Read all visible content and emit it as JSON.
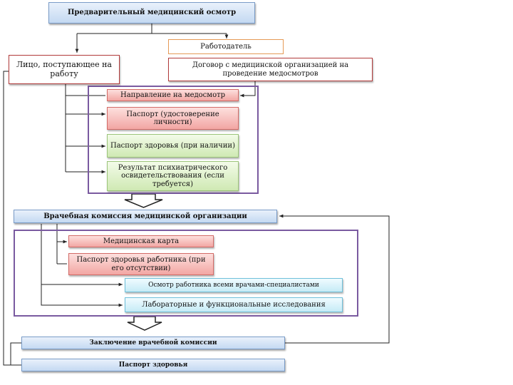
{
  "diagram": {
    "preliminary_exam": "Предварительный медицинский осмотр",
    "employer": "Работодатель",
    "applicant": "Лицо, поступающее на работу",
    "contract": "Договор с медицинской организацией на проведение медосмотров",
    "referral": "Направление на медосмотр",
    "passport": "Паспорт (удостоверение личности)",
    "health_passport_if_any": "Паспорт здоровья (при наличии)",
    "psych_result": "Результат психиатрического освидетельствования (если требуется)",
    "commission": "Врачебная комиссия медицинской организации",
    "medical_card": "Медицинская карта",
    "worker_health_passport": "Паспорт здоровья работника (при его отсутствии)",
    "specialists_exam": "Осмотр работника всеми врачами-специалистами",
    "lab_tests": "Лабораторные и функциональные исследования",
    "conclusion": "Заключение врачебной комиссии",
    "health_passport": "Паспорт здоровья"
  },
  "colors": {
    "line": "#222222",
    "frame": "#7a5aa0",
    "blue_box": "#c4d9f2",
    "red_box": "#f2a6a3",
    "green_box": "#cfe9b3",
    "cyan_box": "#c5ebf6"
  }
}
